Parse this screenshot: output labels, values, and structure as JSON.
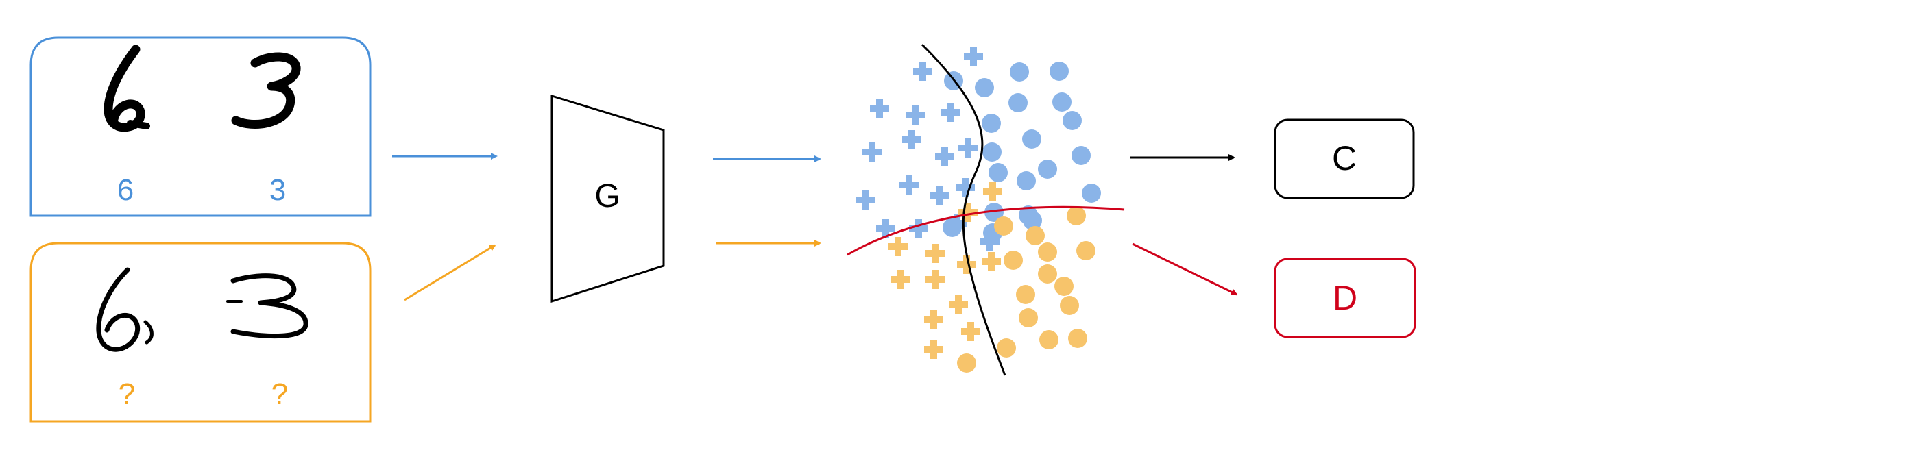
{
  "colors": {
    "source": "#4a90d9",
    "source_fill": "#8ab4e8",
    "target": "#f5a623",
    "target_fill": "#f7c46b",
    "discriminator": "#d0021b",
    "classifier": "#000000"
  },
  "source_domain": {
    "digits": [
      "6",
      "3"
    ],
    "labels": [
      "6",
      "3"
    ]
  },
  "target_domain": {
    "digits": [
      "6",
      "3"
    ],
    "labels": [
      "?",
      "?"
    ]
  },
  "generator": {
    "label": "G"
  },
  "classifier": {
    "label": "C"
  },
  "discriminator": {
    "label": "D"
  },
  "icons": {
    "source_point": "plus-icon",
    "target_point": "circle-icon"
  }
}
